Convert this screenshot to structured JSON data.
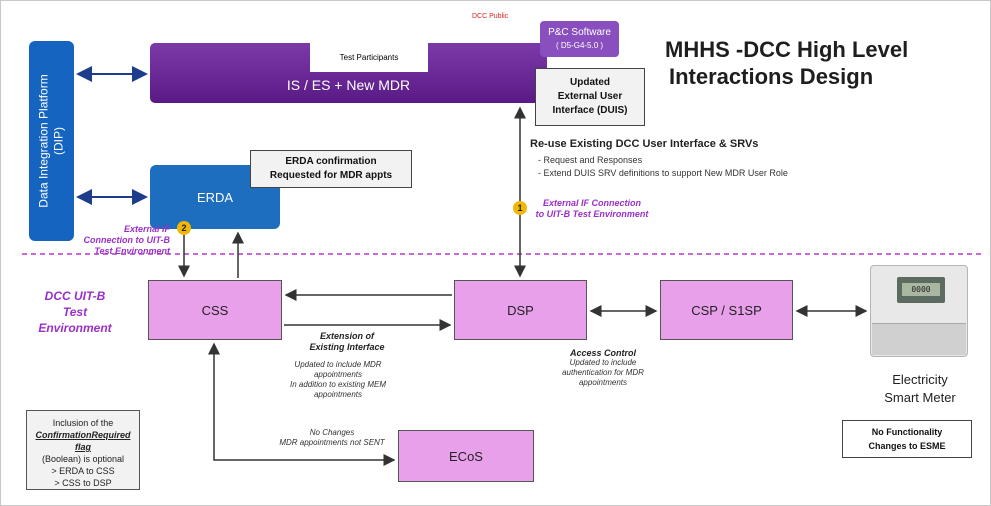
{
  "labels": {
    "dcc_public": "DCC Public",
    "title_line1": "MHHS  -DCC High Level",
    "title_line2": "Interactions Design",
    "dip": "Data Integration Platform",
    "dip_short": "(DIP)",
    "test_participants": "Test Participants",
    "is_es": "IS / ES + New MDR",
    "pc_line1": "P&C Software",
    "pc_line2": "( D5-G4-5.0 )",
    "duis_line1": "Updated",
    "duis_line2": "External User",
    "duis_line3": "Interface (DUIS)",
    "reuse_title": "Re-use Existing DCC User Interface & SRVs",
    "reuse_item1": "-     Request and Responses",
    "reuse_item2": "-     Extend DUIS SRV definitions to support New MDR User Role",
    "erda": "ERDA",
    "erda_note_line1": "ERDA confirmation",
    "erda_note_line2": "Requested for MDR appts",
    "badge1": "1",
    "badge2": "2",
    "ext_if_1_line1": "External IF Connection",
    "ext_if_1_line2": "to UIT-B Test Environment",
    "ext_if_2_line1": "External IF",
    "ext_if_2_line2": "Connection to UIT-B",
    "ext_if_2_line3": "Test Environment",
    "uitb_line1": "DCC UIT-B",
    "uitb_line2": "Test",
    "uitb_line3": "Environment",
    "css": "CSS",
    "dsp": "DSP",
    "csp": "CSP / S1SP",
    "ecos": "ECoS",
    "meter_display": "0000",
    "elec_line1": "Electricity",
    "elec_line2": "Smart Meter",
    "nofunc_line1": "No Functionality",
    "nofunc_line2": "Changes to ESME",
    "ext_of_line1": "Extension of",
    "ext_of_line2": "Existing Interface",
    "upd_mdr_line1": "Updated to include MDR",
    "upd_mdr_line2": "appointments",
    "upd_mdr_line3": "In addition to existing MEM",
    "upd_mdr_line4": "appointments",
    "access_line1": "Access Control",
    "access_line2": "Updated to include",
    "access_line3": "authentication for  MDR",
    "access_line4": "appointments",
    "nochg_line1": "No Changes",
    "nochg_line2": "MDR appointments not SENT",
    "incl_line1": "Inclusion of the",
    "incl_line2": "ConfirmationRequired flag",
    "incl_line3": "(Boolean) is optional",
    "incl_line4": "> ERDA to CSS",
    "incl_line5": "> CSS to DSP"
  },
  "colors": {
    "purple": "#5a1a86",
    "blue": "#1565c0",
    "pink": "#e9a0ea",
    "accent_text": "#9b2fc9",
    "badge": "#f2b705"
  }
}
